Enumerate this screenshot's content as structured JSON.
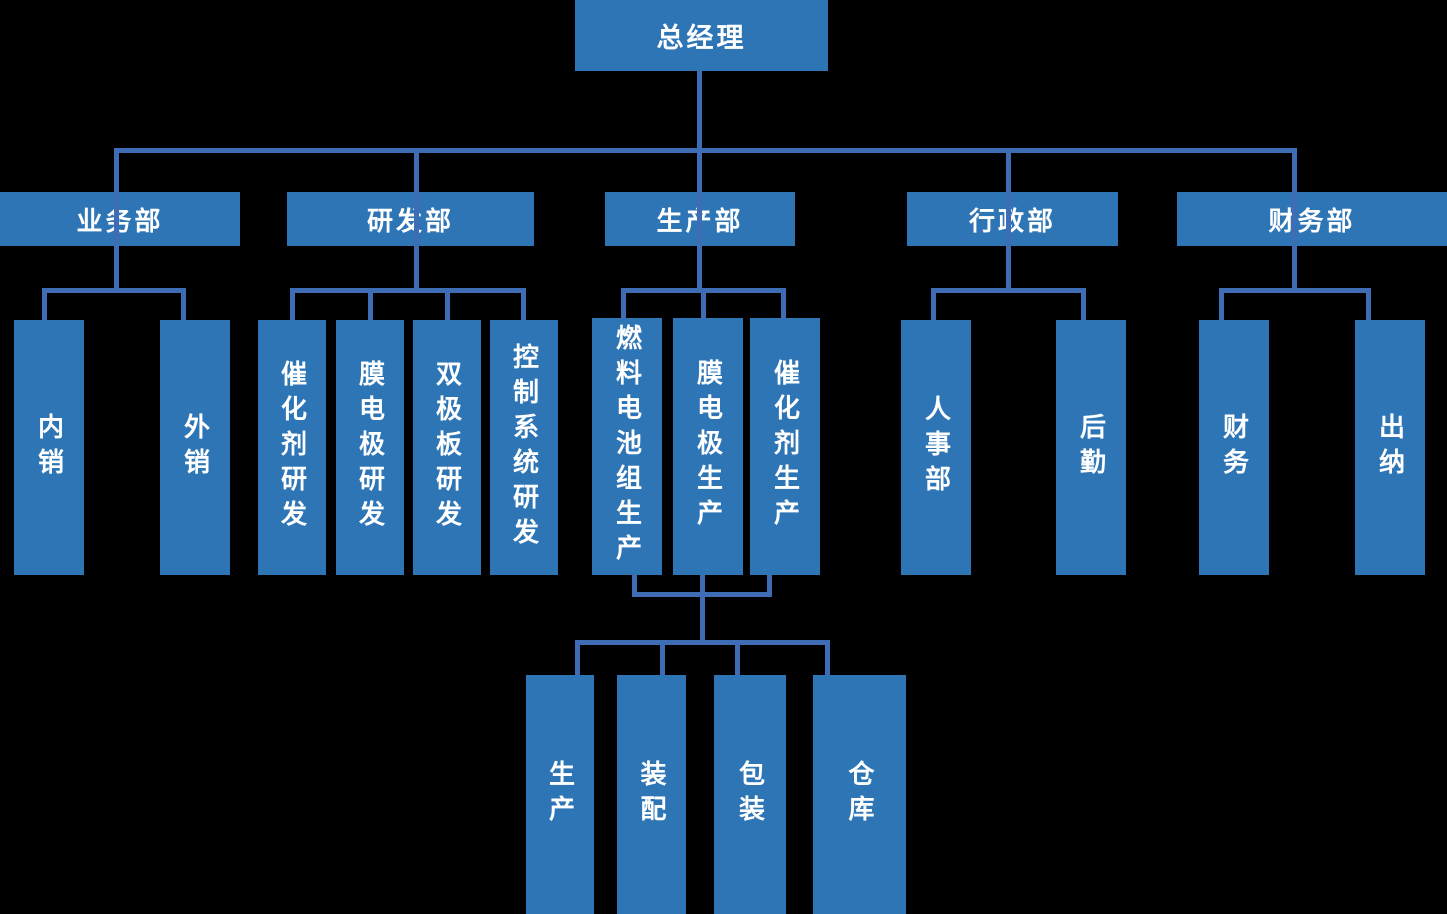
{
  "diagram": {
    "title": "组织架构图",
    "type": "org-chart",
    "background": "#000000",
    "box_fill": "#2E75B6",
    "connector_color": "#3E6DB5",
    "text_color": "#FFFFFF"
  },
  "org": {
    "root": {
      "label": "总经理"
    },
    "departments": [
      {
        "label": "业务部",
        "children": [
          {
            "label": "内销"
          },
          {
            "label": "外销"
          }
        ]
      },
      {
        "label": "研发部",
        "children": [
          {
            "label": "催化剂研发"
          },
          {
            "label": "膜电极研发"
          },
          {
            "label": "双极板研发"
          },
          {
            "label": "控制系统研发"
          }
        ]
      },
      {
        "label": "生产部",
        "children": [
          {
            "label": "燃料电池组生产"
          },
          {
            "label": "膜电极生产"
          },
          {
            "label": "催化剂生产"
          }
        ],
        "sub_units": [
          {
            "label": "生产"
          },
          {
            "label": "装配"
          },
          {
            "label": "包装"
          },
          {
            "label": "仓库"
          }
        ]
      },
      {
        "label": "行政部",
        "children": [
          {
            "label": "人事部"
          },
          {
            "label": "后勤"
          }
        ]
      },
      {
        "label": "财务部",
        "children": [
          {
            "label": "财务"
          },
          {
            "label": "出纳"
          }
        ]
      }
    ]
  }
}
